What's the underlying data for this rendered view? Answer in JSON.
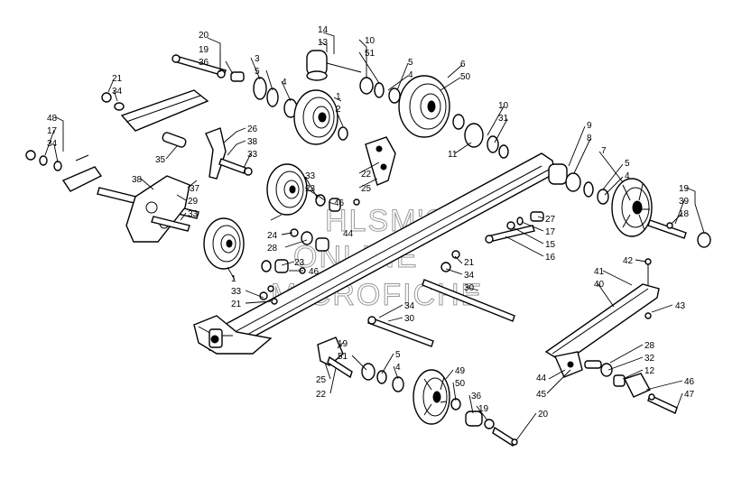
{
  "watermark": {
    "line1": "HLSM'S",
    "line2": "ONLINE",
    "line3": "MICROFICHE"
  },
  "callouts": [
    "20",
    "19",
    "36",
    "14",
    "13",
    "10",
    "51",
    "5",
    "4",
    "6",
    "50",
    "3",
    "5",
    "4",
    "1",
    "2",
    "21",
    "34",
    "48",
    "17",
    "34",
    "26",
    "38",
    "33",
    "35",
    "37",
    "38",
    "29",
    "22",
    "25",
    "33",
    "23",
    "46",
    "24",
    "28",
    "44",
    "33",
    "9",
    "8",
    "7",
    "5",
    "4",
    "10",
    "31",
    "11",
    "19",
    "39",
    "18",
    "27",
    "17",
    "15",
    "16",
    "21",
    "34",
    "30",
    "1",
    "23",
    "46",
    "33",
    "21",
    "34",
    "30",
    "42",
    "41",
    "40",
    "43",
    "25",
    "22",
    "19",
    "51",
    "5",
    "4",
    "49",
    "50",
    "36",
    "19",
    "20",
    "28",
    "32",
    "12",
    "46",
    "47",
    "44",
    "45"
  ]
}
